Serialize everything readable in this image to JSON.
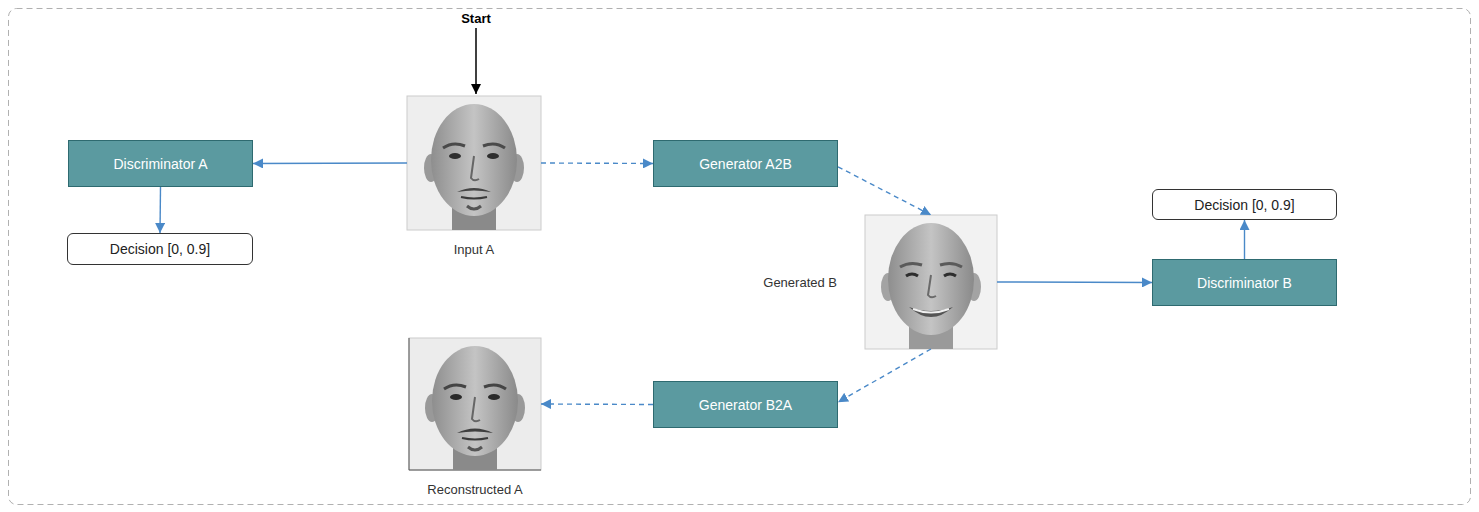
{
  "diagram": {
    "nodes": [
      {
        "text": [
          "Discriminator A"
        ]
      },
      {
        "text": [
          "Input A"
        ]
      },
      {
        "text": [
          "Generator A2B"
        ]
      },
      {
        "text": [
          "Decision [0, 0.9]"
        ]
      },
      {
        "text": [
          "Decision [0, 0.9]"
        ]
      },
      {
        "text": [
          "Generated B"
        ]
      },
      {
        "text": [
          "Discriminator B"
        ]
      },
      {
        "text": [
          "Reconstructed A"
        ]
      },
      {
        "text": [
          "Generator B2A"
        ]
      }
    ],
    "edges": [
      {
        "from": 1,
        "to": 0,
        "arrow": "to"
      },
      {
        "from": 0,
        "to": 3,
        "arrow": "to"
      },
      {
        "from": 1,
        "to": 2,
        "arrow": "to"
      },
      {
        "from": 2,
        "to": 5,
        "arrow": "to"
      },
      {
        "from": 5,
        "to": 6,
        "arrow": "to"
      },
      {
        "from": 6,
        "to": 4,
        "arrow": "to"
      },
      {
        "from": 5,
        "to": 8,
        "arrow": "to"
      },
      {
        "from": 8,
        "to": 7,
        "arrow": "to"
      }
    ],
    "labels": [
      "Start"
    ]
  }
}
